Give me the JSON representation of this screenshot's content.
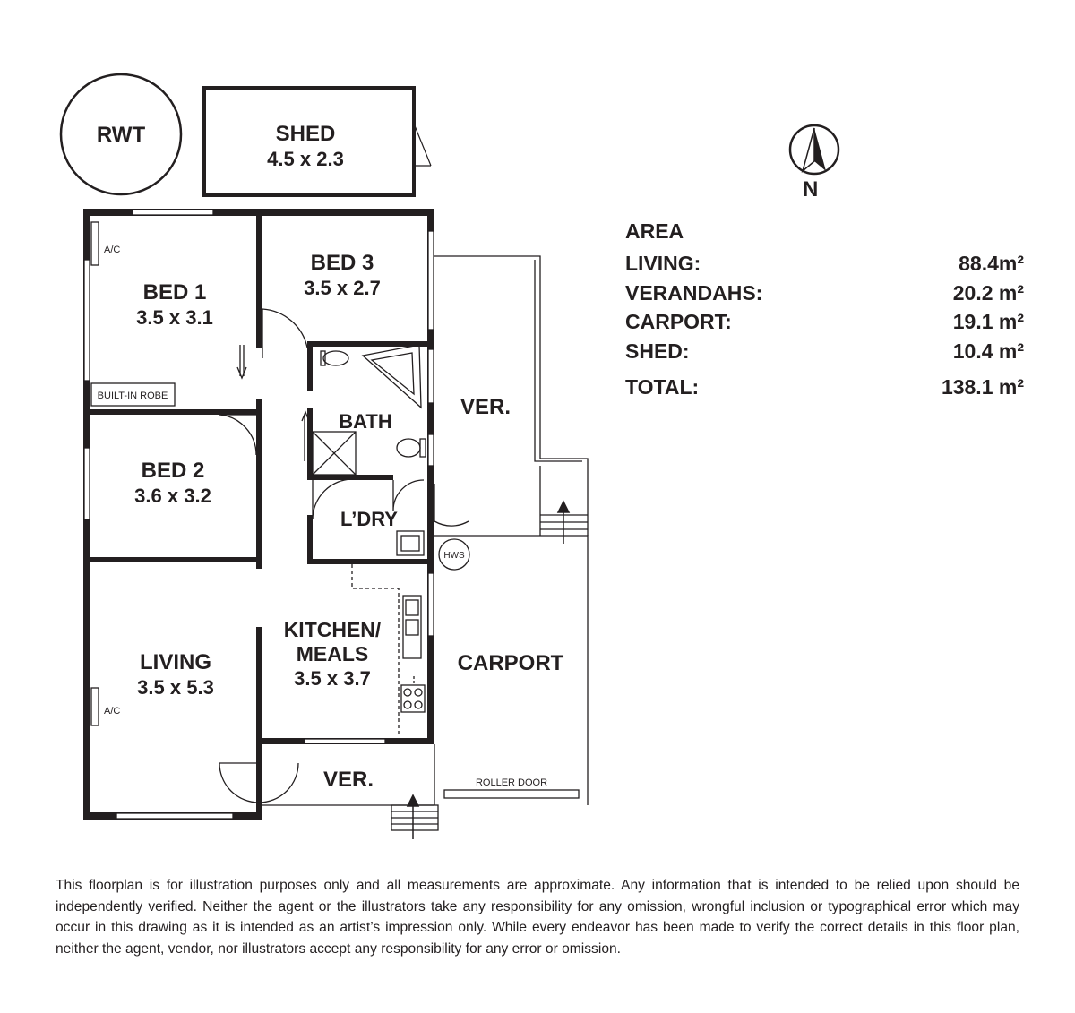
{
  "rooms": {
    "rwt": "RWT",
    "shed": {
      "name": "SHED",
      "size": "4.5 x 2.3"
    },
    "bed1": {
      "name": "BED 1",
      "size": "3.5 x 3.1"
    },
    "bed2": {
      "name": "BED 2",
      "size": "3.6 x 3.2"
    },
    "bed3": {
      "name": "BED 3",
      "size": "3.5 x 2.7"
    },
    "bath": "BATH",
    "laundry": "L’DRY",
    "kitchen": {
      "line1": "KITCHEN/",
      "line2": "MEALS",
      "size": "3.5 x 3.7"
    },
    "living": {
      "name": "LIVING",
      "size": "3.5 x 5.3"
    },
    "verandah_side": "VER.",
    "verandah_front": "VER.",
    "carport": "CARPORT"
  },
  "fixtures": {
    "ac1": "A/C",
    "ac2": "A/C",
    "robe": "BUILT-IN ROBE",
    "hws": "HWS",
    "roller_door": "ROLLER DOOR"
  },
  "compass": {
    "label": "N"
  },
  "area": {
    "title": "AREA",
    "rows": [
      {
        "label": "LIVING:",
        "value": "88.4m²"
      },
      {
        "label": "VERANDAHS:",
        "value": "20.2 m²"
      },
      {
        "label": "CARPORT:",
        "value": "19.1 m²"
      },
      {
        "label": "SHED:",
        "value": "10.4 m²"
      }
    ],
    "total": {
      "label": "TOTAL:",
      "value": "138.1 m²"
    }
  },
  "disclaimer": "This floorplan is for illustration purposes only and all measurements are approximate. Any information that is intended to be relied upon should be independently verified. Neither the agent or the illustrators take any responsibility for any omission, wrongful inclusion or typographical error which may occur in this drawing as it is intended as an artist’s impression only. While every endeavor has been made to verify the correct details in this floor plan, neither the agent, vendor, nor illustrators accept any responsibility for any error or omission.",
  "colors": {
    "line": "#231f20",
    "background": "#ffffff"
  }
}
